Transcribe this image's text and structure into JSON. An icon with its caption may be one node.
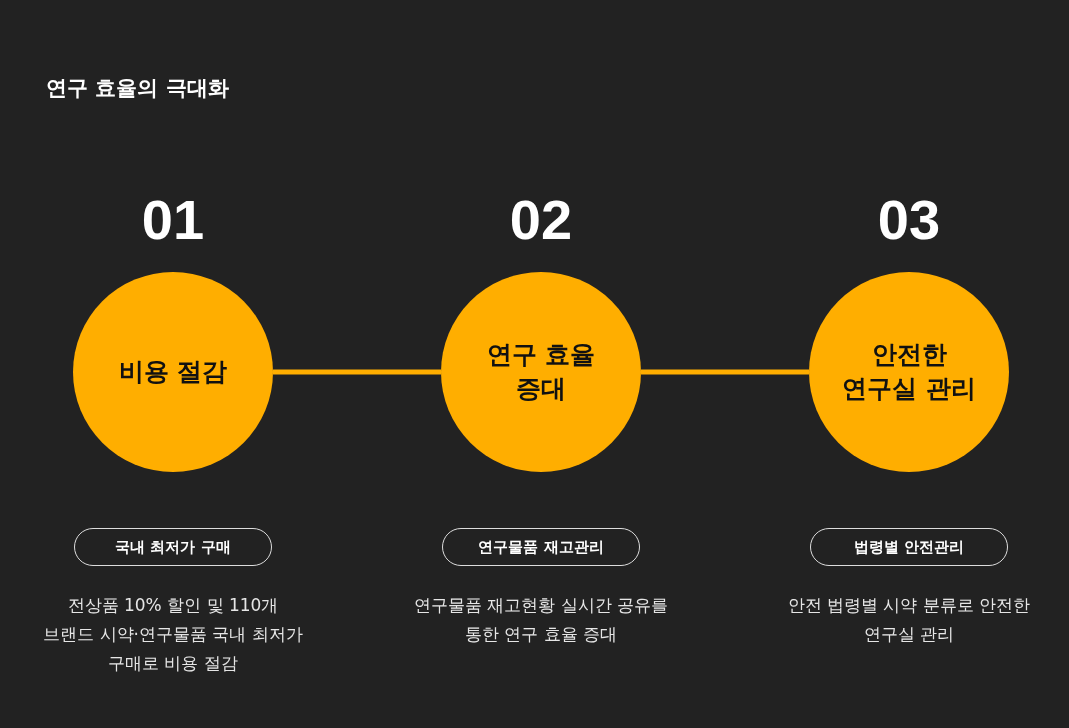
{
  "diagram": {
    "title": "연구 효율의 극대화",
    "nodes": [
      {
        "text": [
          "비용 절감"
        ],
        "beside": [
          "01"
        ]
      },
      {
        "text": [
          "연구 효율 증대"
        ],
        "beside": [
          "02"
        ]
      },
      {
        "text": [
          "안전한 연구실 관리"
        ],
        "beside": [
          "03"
        ]
      },
      {
        "text": [
          "국내 최저가 구매"
        ],
        "beside": [
          "전상품 10% 할인 및 110개 브랜드 시약·연구물품 국내 최저가 구매로 비용 절감"
        ]
      },
      {
        "text": [
          "연구물품 재고관리"
        ],
        "beside": [
          "연구물품 재고현황 실시간 공유를 통한 연구 효율 증대"
        ]
      },
      {
        "text": [
          "법령별 안전관리"
        ],
        "beside": [
          "안전 법령별 시약 분류로 안전한 연구실 관리"
        ]
      }
    ],
    "edges": [
      {
        "from": 0,
        "to": 1,
        "arrow": "none"
      },
      {
        "from": 1,
        "to": 2,
        "arrow": "none"
      }
    ]
  }
}
